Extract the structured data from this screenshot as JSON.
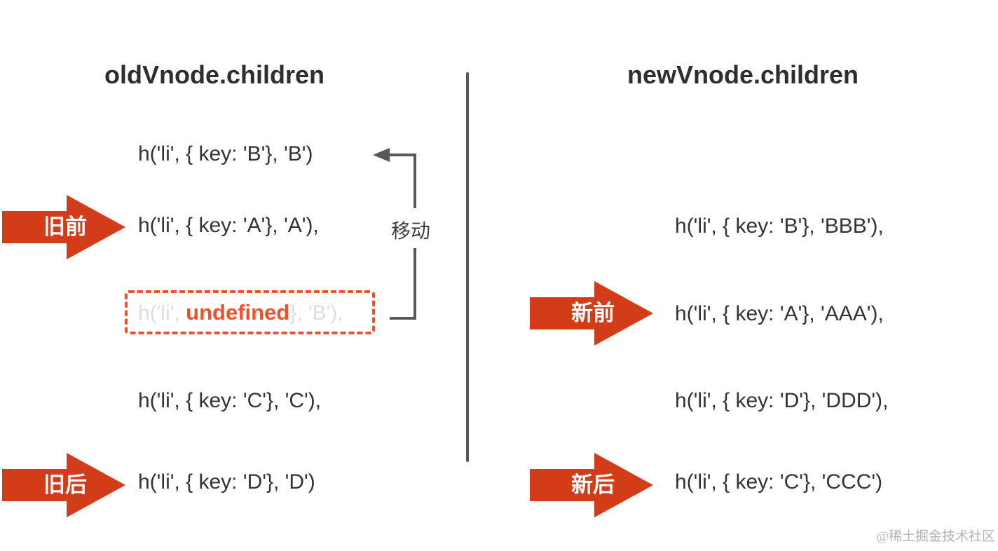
{
  "left_panel": {
    "title": "oldVnode.children",
    "items": [
      "h('li', { key: 'B'}, 'B')",
      "h('li', { key: 'A'}, 'A'),",
      "h('li', { key: 'C'}, 'C'),",
      "h('li', { key: 'D'}, 'D')"
    ],
    "ghost_item": {
      "prefix": "h('li', ",
      "highlight": "undefined",
      "suffix": "}, 'B'),"
    },
    "front_label": "旧前",
    "back_label": "旧后"
  },
  "right_panel": {
    "title": "newVnode.children",
    "items": [
      "h('li', { key: 'B'}, 'BBB'),",
      "h('li', { key: 'A'}, 'AAA'),",
      "h('li', { key: 'D'}, 'DDD'),",
      "h('li', { key: 'C'}, 'CCC')"
    ],
    "front_label": "新前",
    "back_label": "新后"
  },
  "move_label": "移动",
  "watermark": "@稀土掘金技术社区",
  "colors": {
    "arrow_red": "#d23c19",
    "highlight_orange": "#ee5228",
    "ghost_gray": "#dedede",
    "connector_gray": "#58585a",
    "text_dark": "#2e2e2e"
  }
}
